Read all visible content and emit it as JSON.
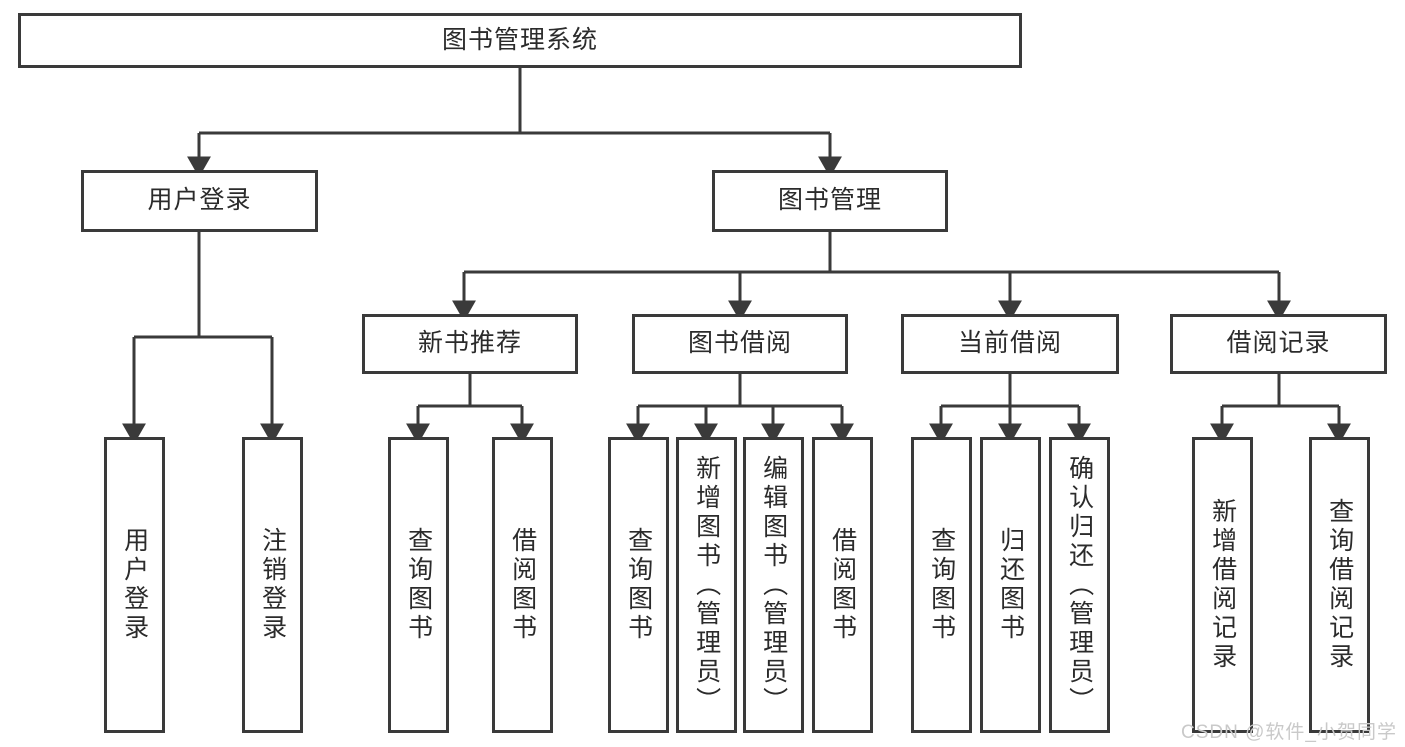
{
  "diagram": {
    "title": "图书管理系统",
    "type": "tree-hierarchy",
    "watermark": "CSDN @软件_小贺同学",
    "colors": {
      "stroke": "#3a3a3a",
      "fill": "#ffffff",
      "text": "#2b2b2b",
      "watermark": "#c9c9c9"
    },
    "nodes": {
      "root": {
        "label": "图书管理系统"
      },
      "level2": [
        {
          "id": "user-login",
          "label": "用户登录"
        },
        {
          "id": "book-manage",
          "label": "图书管理"
        }
      ],
      "level3": [
        {
          "id": "new-book-recommend",
          "label": "新书推荐"
        },
        {
          "id": "book-borrow",
          "label": "图书借阅"
        },
        {
          "id": "current-borrow",
          "label": "当前借阅"
        },
        {
          "id": "borrow-record",
          "label": "借阅记录"
        }
      ],
      "leaves": {
        "user-login": [
          {
            "id": "leaf-user-login",
            "label": "用户登录"
          },
          {
            "id": "leaf-logout-login",
            "label": "注销登录"
          }
        ],
        "new-book-recommend": [
          {
            "id": "leaf-query-book-1",
            "label": "查询图书"
          },
          {
            "id": "leaf-borrow-book-1",
            "label": "借阅图书"
          }
        ],
        "book-borrow": [
          {
            "id": "leaf-query-book-2",
            "label": "查询图书"
          },
          {
            "id": "leaf-add-book",
            "label": "新增图书（管理员）"
          },
          {
            "id": "leaf-edit-book",
            "label": "编辑图书（管理员）"
          },
          {
            "id": "leaf-borrow-book-2",
            "label": "借阅图书"
          }
        ],
        "current-borrow": [
          {
            "id": "leaf-query-book-3",
            "label": "查询图书"
          },
          {
            "id": "leaf-return-book",
            "label": "归还图书"
          },
          {
            "id": "leaf-confirm-return",
            "label": "确认归还（管理员）"
          }
        ],
        "borrow-record": [
          {
            "id": "leaf-add-record",
            "label": "新增借阅记录"
          },
          {
            "id": "leaf-query-record",
            "label": "查询借阅记录"
          }
        ]
      }
    }
  }
}
